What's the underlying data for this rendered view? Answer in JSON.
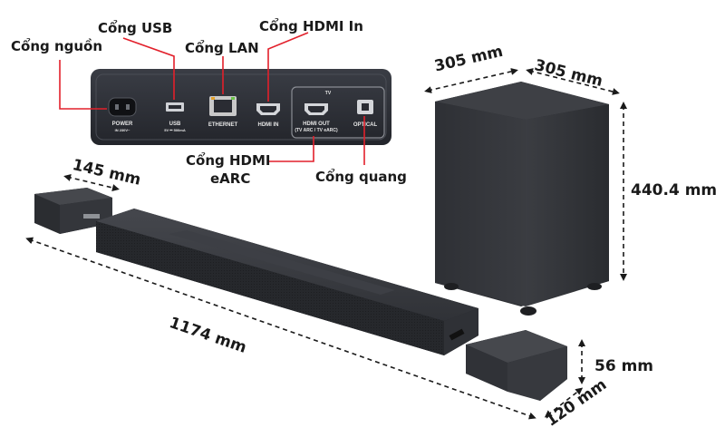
{
  "port_labels": {
    "power": "Cổng nguồn",
    "usb": "Cổng USB",
    "lan": "Cổng LAN",
    "hdmi_in": "Cổng HDMI In",
    "hdmi_earc_line1": "Cổng HDMI",
    "hdmi_earc_line2": "eARC",
    "optical": "Cổng quang"
  },
  "panel_text": {
    "power": "POWER",
    "power_rating": "IN 230V~",
    "usb": "USB",
    "usb_rating": "5V ⎓ 500mA",
    "ethernet": "ETHERNET",
    "hdmi_in": "HDMI IN",
    "hdmi_out_line1": "HDMI OUT",
    "hdmi_out_line2": "(TV ARC / TV eARC)",
    "optical": "OPTICAL",
    "tv": "TV"
  },
  "dimensions": {
    "sub_width": "305 mm",
    "sub_depth": "305 mm",
    "sub_height": "440.4 mm",
    "speaker_depth": "145 mm",
    "bar_length": "1174 mm",
    "speaker_height": "56 mm",
    "speaker_width": "120 mm"
  },
  "colors": {
    "accent": "#e2202b",
    "device": "#2b2d31",
    "panel": "#2a2c33",
    "text": "#1a1a1a"
  }
}
